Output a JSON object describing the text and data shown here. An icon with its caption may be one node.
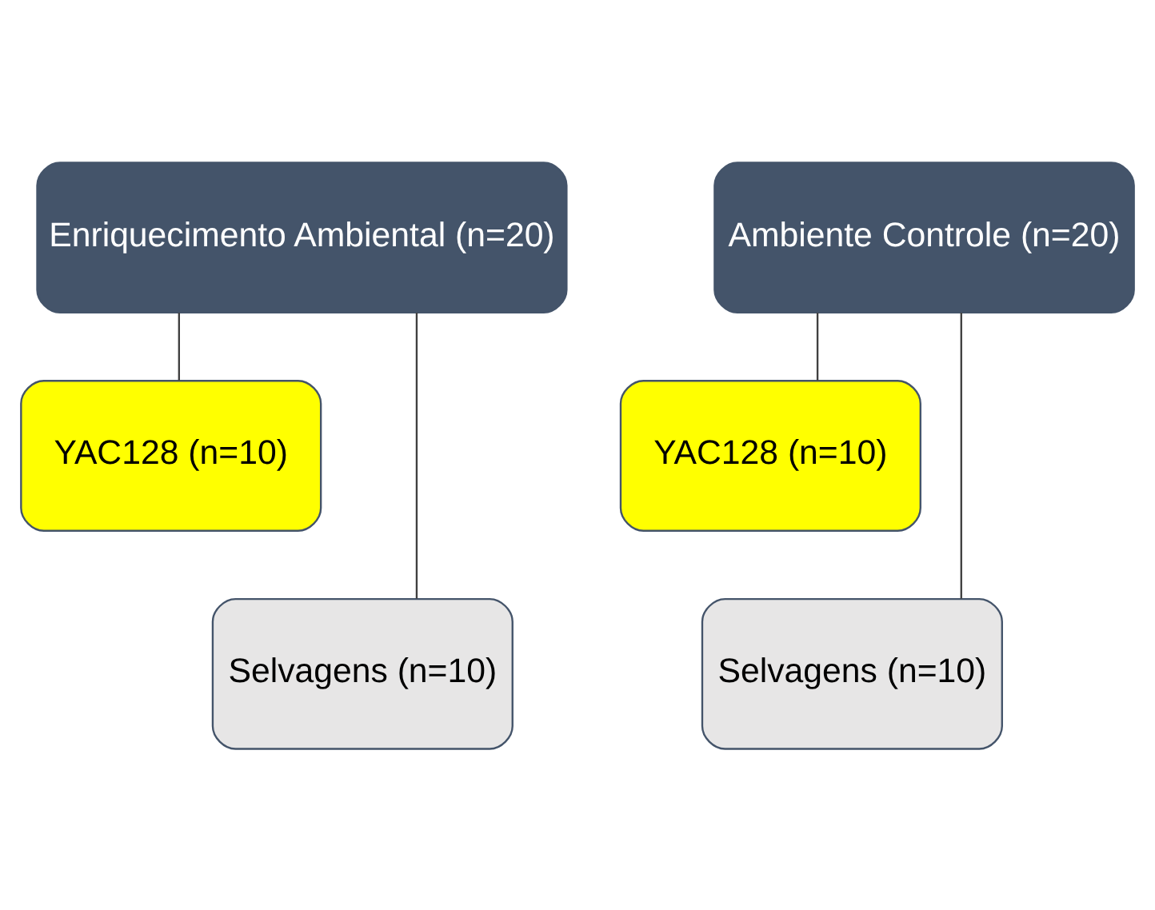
{
  "diagram": {
    "nodes": [
      {
        "text": [
          "Enriquecimento Ambiental (n=20)"
        ]
      },
      {
        "text": [
          "YAC128 (n=10)"
        ]
      },
      {
        "text": [
          "Selvagens (n=10)"
        ]
      },
      {
        "text": [
          "Ambiente Controle (n=20)"
        ]
      },
      {
        "text": [
          "YAC128 (n=10)"
        ]
      },
      {
        "text": [
          "Selvagens (n=10)"
        ]
      }
    ],
    "edges": [
      {
        "from": 0,
        "to": 1,
        "arrow": "none"
      },
      {
        "from": 0,
        "to": 2,
        "arrow": "none"
      },
      {
        "from": 3,
        "to": 4,
        "arrow": "none"
      },
      {
        "from": 3,
        "to": 5,
        "arrow": "none"
      }
    ]
  }
}
